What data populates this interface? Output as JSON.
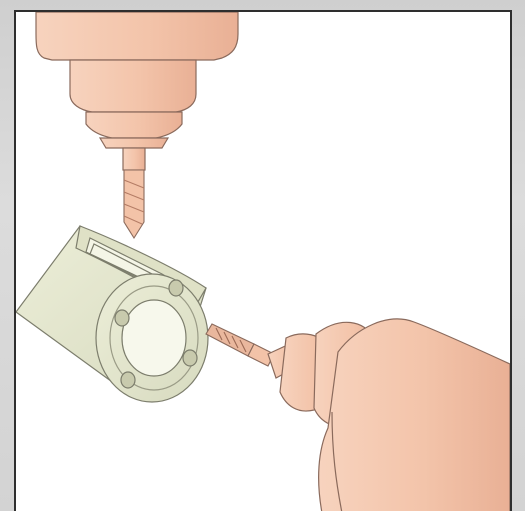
{
  "illustration": {
    "colors": {
      "frame_bg": "#d6d6d6",
      "panel_border": "#2e2e2e",
      "tool_fill": "#f4c7ae",
      "tool_shade": "#e9ae93",
      "tool_outline": "#8a6a5c",
      "part_fill": "#e3e5cd",
      "part_shade": "#cfd2b4",
      "part_outline": "#7c7d6c"
    },
    "elements": [
      "vertical-drill-spindle",
      "twist-drill-bit",
      "cylindrical-workpiece-with-slot-and-four-holes",
      "horizontal-end-mill-spindle",
      "end-mill-cutter"
    ]
  }
}
